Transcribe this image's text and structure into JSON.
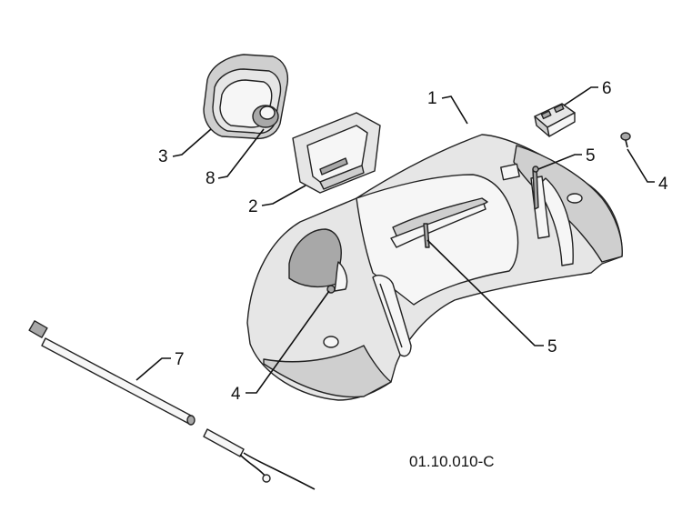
{
  "diagram": {
    "drawing_code": "01.10.010-C",
    "callouts": [
      "1",
      "2",
      "3",
      "4",
      "4",
      "5",
      "5",
      "6",
      "7",
      "8"
    ],
    "colors": {
      "line": "#111111",
      "shade_light": "#e6e6e6",
      "shade_mid": "#cfcfcf",
      "shade_dark": "#a8a8a8"
    }
  }
}
